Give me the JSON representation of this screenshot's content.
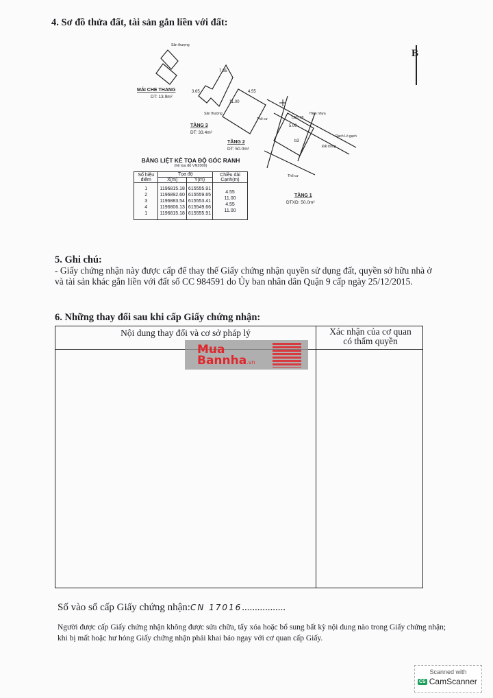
{
  "section4": {
    "title": "4. Sơ đồ thửa đất, tài sản gắn liền với đất:",
    "north_label": "B",
    "floors": [
      {
        "name": "MÁI CHE THANG",
        "area": "DT: 13.9m²"
      },
      {
        "name": "TẦNG 3",
        "area": "DT: 33.4m²"
      },
      {
        "name": "TẦNG 2",
        "area": "DT: 50.0m²"
      },
      {
        "name": "TẦNG 1",
        "area": "DTXD: 50.0m²"
      }
    ],
    "diagram_labels": {
      "san_thuong": "Sân thượng",
      "dim_455": "4.55",
      "dim_1100": "11.00",
      "dim_365": "3.65",
      "dim_735": "7.35",
      "dim_500": "5.00",
      "tho_cu": "Thổ cư",
      "dat_trong": "Đất trống",
      "hem_nhua": "Hẻm nhựa",
      "rach": "Rạch Lò gạch",
      "thua": "b3",
      "ddt": "ODT 78"
    },
    "coord_table": {
      "title": "BẢNG LIỆT KÊ TỌA ĐỘ GÓC RANH",
      "subtitle": "(hệ tọa độ VN2000)",
      "headers": {
        "point": "Số hiệu điểm",
        "coords": "Tọa độ",
        "x": "X(m)",
        "y": "Y(m)",
        "edge": "Chiều dài Cạnh(m)"
      },
      "rows": [
        {
          "point": "1",
          "x": "1196815.18",
          "y": "615555.91"
        },
        {
          "point": "2",
          "x": "1196892.60",
          "y": "615559.65"
        },
        {
          "point": "3",
          "x": "1196883.54",
          "y": "615553.41"
        },
        {
          "point": "4",
          "x": "1196806.13",
          "y": "615549.66"
        },
        {
          "point": "1",
          "x": "1196815.18",
          "y": "615555.91"
        }
      ],
      "edges": [
        "4.55",
        "11.00",
        "4.55",
        "11.00"
      ]
    }
  },
  "section5": {
    "title": "5. Ghi chú:",
    "text": "- Giấy chứng nhận này được cấp để thay thế Giấy chứng nhận quyền sử dụng đất, quyền sở hữu nhà ở và tài sản khác gắn liền với đất số CC 984591 do Ủy ban nhân dân Quận 9 cấp ngày 25/12/2015."
  },
  "section6": {
    "title": "6. Những thay đổi sau khi cấp Giấy chứng nhận:",
    "col1": "Nội dung thay đổi và cơ sở pháp lý",
    "col2": "Xác nhận của cơ quan có thẩm quyền"
  },
  "watermark": {
    "line1": "Mua",
    "line2": "Bannha",
    "suffix": ".vn"
  },
  "footer": {
    "reg_label": "Số vào sổ cấp Giấy chứng nhận:",
    "reg_value": "CN 17016",
    "notice": "Người được cấp Giấy chứng nhận không được sửa chữa, tẩy xóa hoặc bổ sung bất kỳ nội dung nào trong Giấy chứng nhận; khi bị mất hoặc hư hỏng Giấy chứng nhận phải khai báo ngay với cơ quan cấp Giấy."
  },
  "camscanner": {
    "line1": "Scanned with",
    "logo": "CS",
    "line2": "CamScanner"
  }
}
